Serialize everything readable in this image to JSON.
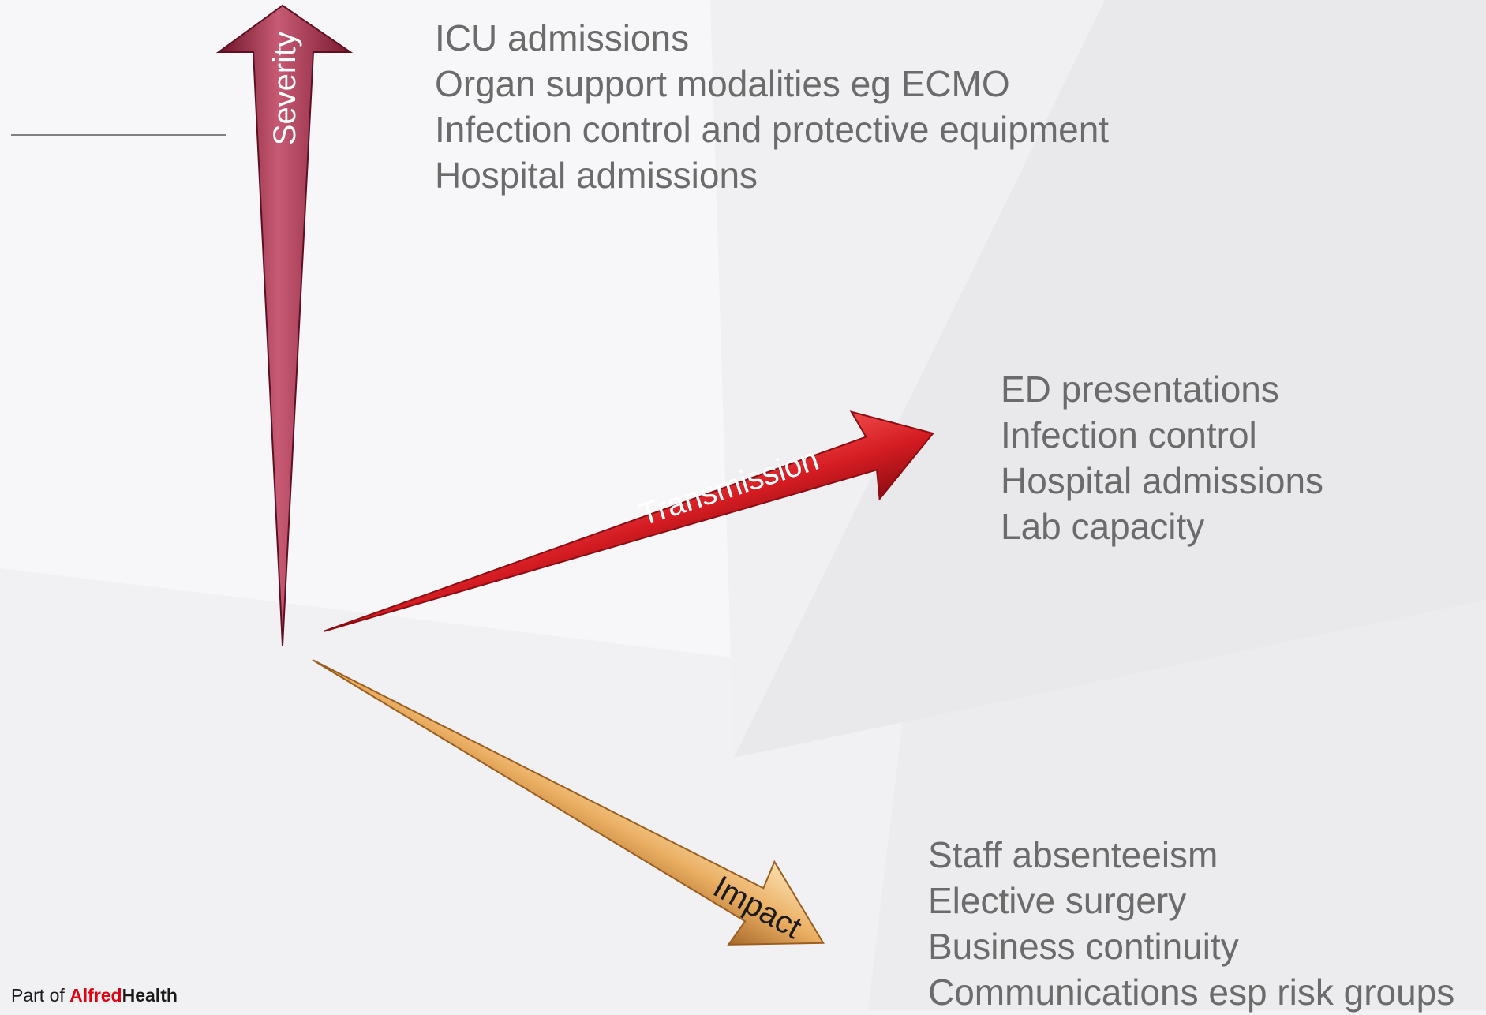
{
  "arrows": {
    "severity": {
      "label": "Severity",
      "color": "#9b2a45"
    },
    "transmission": {
      "label": "Transmission",
      "color": "#d41c22"
    },
    "impact": {
      "label": "Impact",
      "color": "#e9a95a"
    }
  },
  "severity_items": [
    "ICU admissions",
    "Organ support modalities eg ECMO",
    "Infection control and protective equipment",
    "Hospital admissions"
  ],
  "transmission_items": [
    "ED presentations",
    "Infection control",
    "Hospital admissions",
    "Lab capacity"
  ],
  "impact_items": [
    "Staff absenteeism",
    "Elective surgery",
    "Business continuity",
    "Communications esp risk groups"
  ],
  "footer": {
    "prefix": "Part of",
    "brand_red": "Alfred",
    "brand_dark": "Health"
  }
}
